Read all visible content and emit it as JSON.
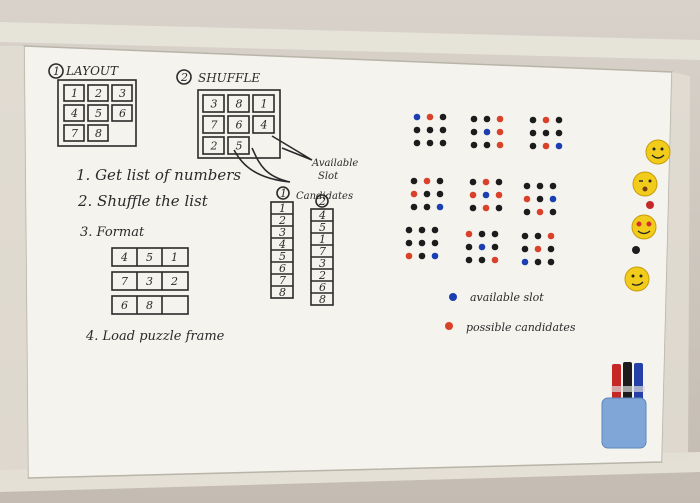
{
  "layout": {
    "label": "LAYOUT",
    "step_no": "1",
    "grid": [
      "1",
      "2",
      "3",
      "4",
      "5",
      "6",
      "7",
      "8",
      ""
    ]
  },
  "shuffle": {
    "label": "SHUFFLE",
    "step_no": "2",
    "grid": [
      "3",
      "8",
      "1",
      "7",
      "6",
      "4",
      "2",
      "5",
      ""
    ],
    "annot_available": "Available",
    "annot_slot": "Slot",
    "annot_candidates": "Candidates"
  },
  "steps": [
    "1. Get list of numbers",
    "2. Shuffle the list",
    "3. Format",
    "4. Load puzzle frame"
  ],
  "format_rows": [
    [
      "4",
      "5",
      "1"
    ],
    [
      "7",
      "3",
      "2"
    ],
    [
      "6",
      "8",
      ""
    ]
  ],
  "list_a": {
    "label": "1",
    "values": [
      "1",
      "2",
      "3",
      "4",
      "5",
      "6",
      "7",
      "8"
    ]
  },
  "list_b": {
    "label": "2",
    "values": [
      "4",
      "5",
      "1",
      "7",
      "3",
      "2",
      "6",
      "8"
    ]
  },
  "legend": {
    "blue_label": "available slot",
    "red_label": "possible candidates"
  },
  "colors": {
    "blue": "#1b3fb0",
    "red": "#d9412a",
    "black": "#1c1c1c",
    "board": "#f4f3ee",
    "magnet": "#f2cc1b"
  },
  "magnets": [
    "smiley",
    "winking",
    "heart-eyes",
    "smirk"
  ]
}
